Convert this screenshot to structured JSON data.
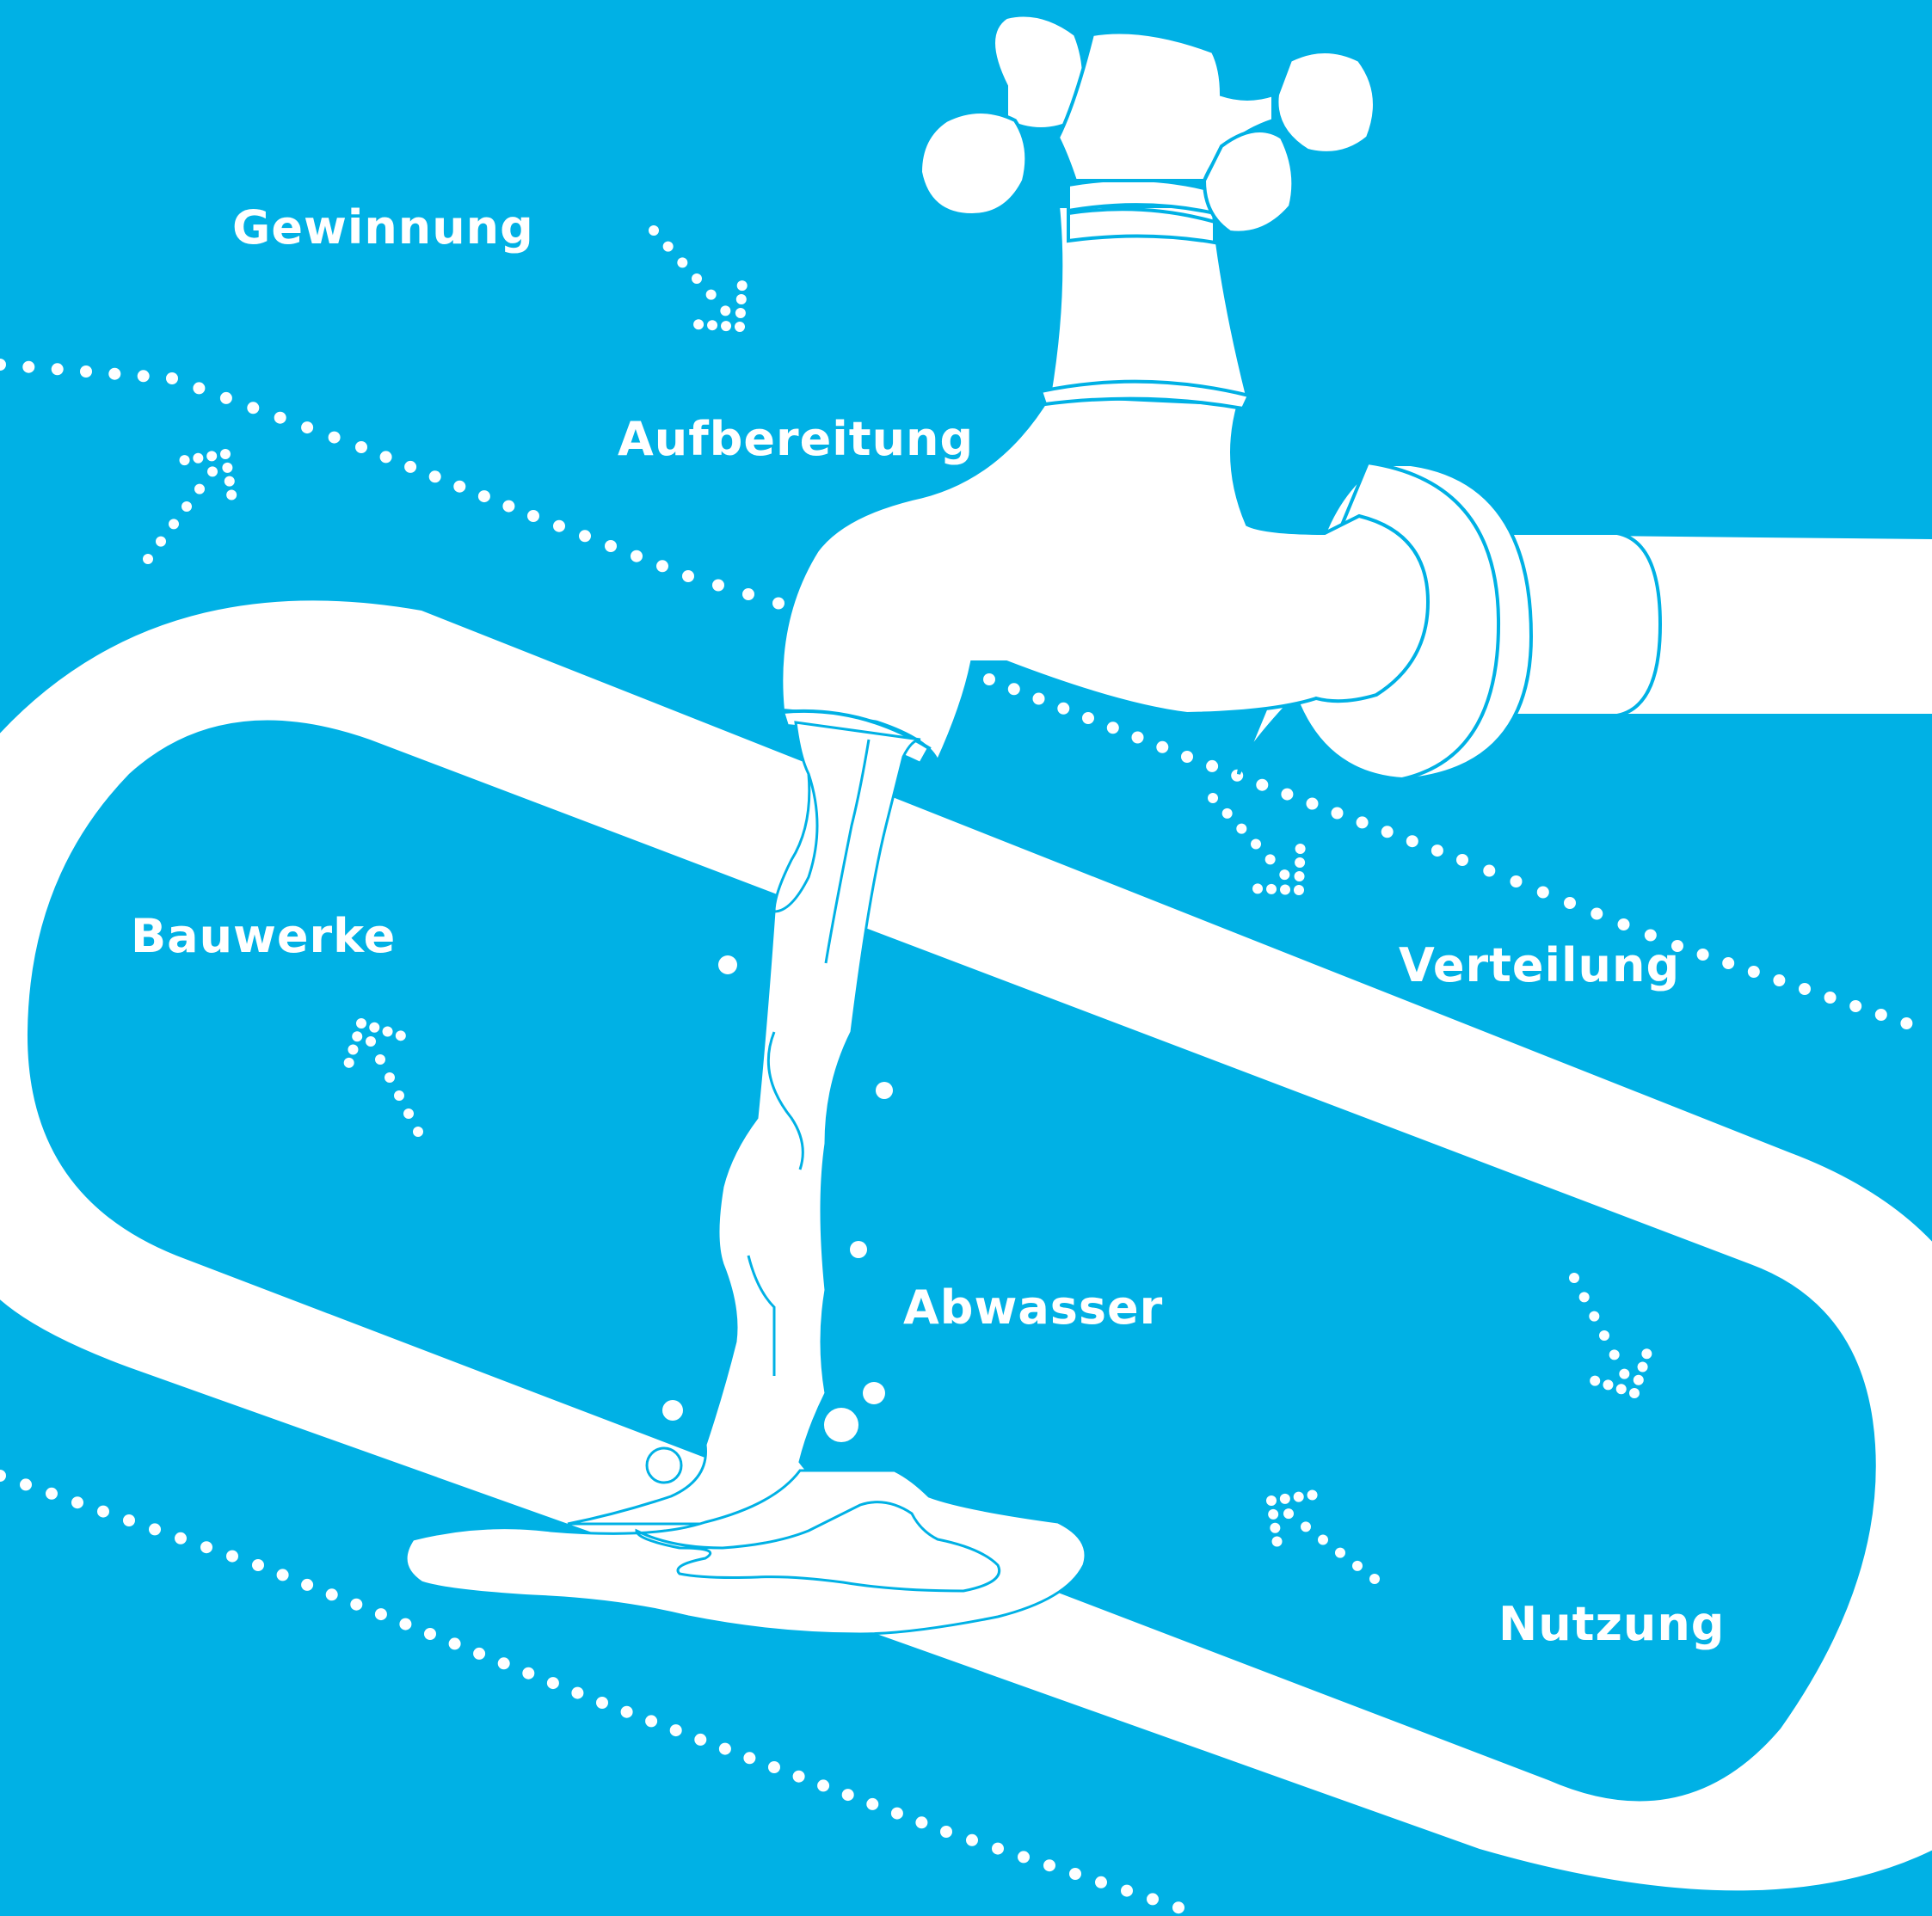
{
  "colors": {
    "background": "#00b1e5",
    "foreground": "#ffffff",
    "outline": "#00b1e5"
  },
  "labels": {
    "gewinnung": "Gewinnung",
    "aufbereitung": "Aufbereitung",
    "bauwerke": "Bauwerke",
    "verteilung": "Verteilung",
    "abwasser": "Abwasser",
    "nutzung": "Nutzung"
  },
  "icons": [
    "water-tap-icon",
    "pipe-loop-icon",
    "dotted-arrow-icon",
    "water-stream-icon",
    "water-puddle-icon"
  ]
}
